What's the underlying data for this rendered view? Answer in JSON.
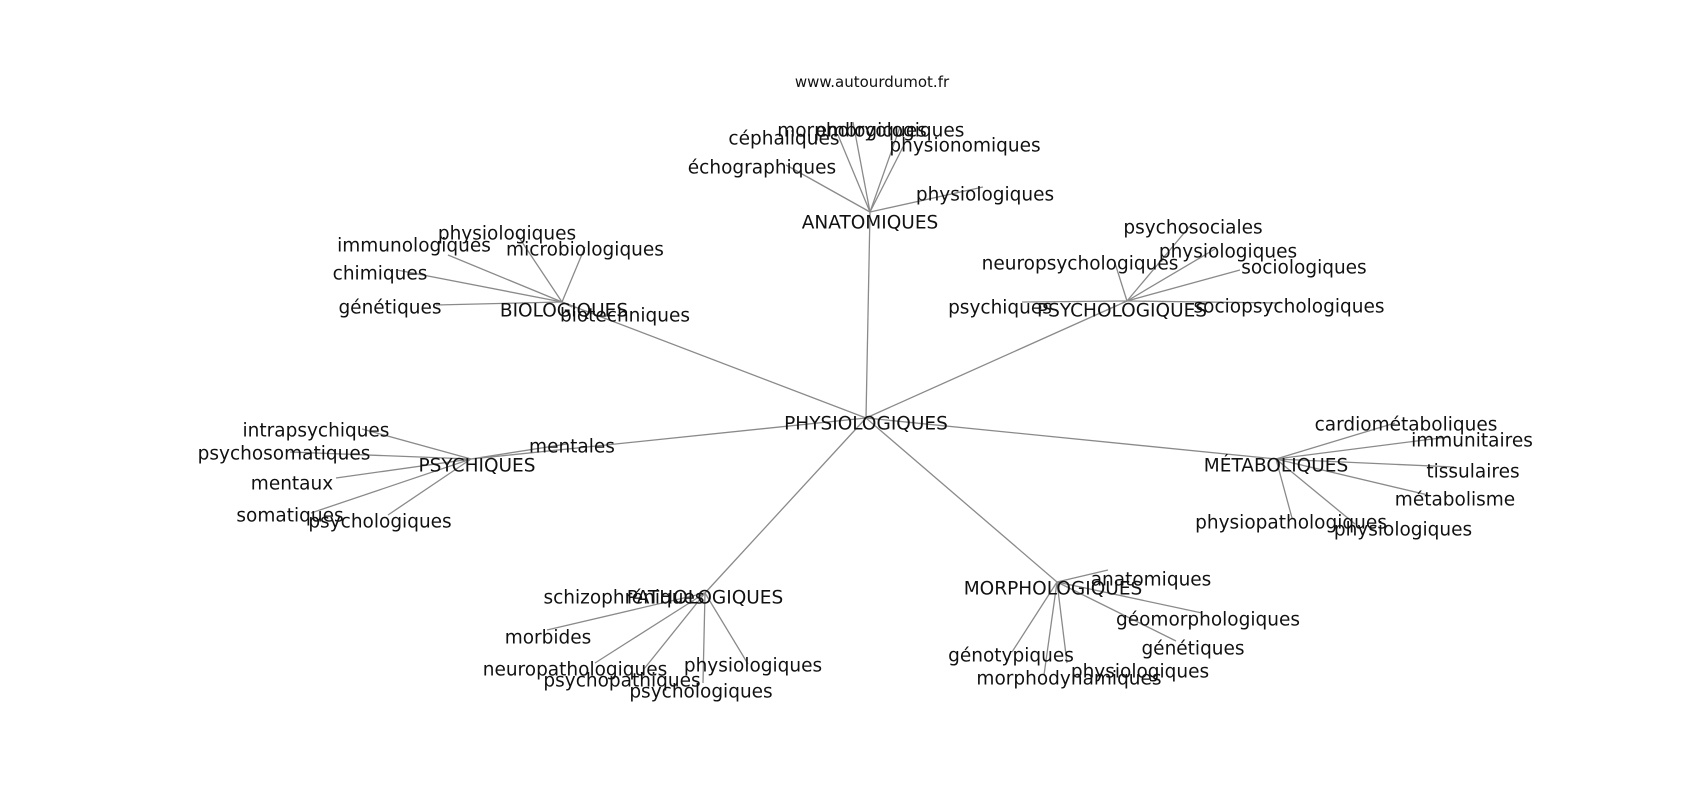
{
  "source_text": "www.autourdumot.fr",
  "colors": {
    "edge": "#8a8a8a",
    "text": "#111111",
    "background": "#ffffff"
  },
  "root": {
    "label": "PHYSIOLOGIQUES"
  },
  "branches": [
    {
      "label": "ANATOMIQUES",
      "leaves": [
        "morphologiques",
        "embryologiques",
        "céphaliques",
        "physionomiques",
        "échographiques",
        "physiologiques"
      ]
    },
    {
      "label": "BIOLOGIQUES",
      "leaves": [
        "physiologiques",
        "microbiologiques",
        "immunologiques",
        "chimiques",
        "génétiques",
        "biotechniques"
      ]
    },
    {
      "label": "PSYCHOLOGIQUES",
      "leaves": [
        "psychosociales",
        "physiologiques",
        "neuropsychologiques",
        "sociologiques",
        "psychiques",
        "sociopsychologiques"
      ]
    },
    {
      "label": "PSYCHIQUES",
      "leaves": [
        "intrapsychiques",
        "psychosomatiques",
        "mentales",
        "mentaux",
        "somatiques",
        "psychologiques"
      ]
    },
    {
      "label": "MÉTABOLIQUES",
      "leaves": [
        "cardiométaboliques",
        "immunitaires",
        "tissulaires",
        "métabolisme",
        "physiopathologiques",
        "physiologiques"
      ]
    },
    {
      "label": "PATHOLOGIQUES",
      "leaves": [
        "schizophréniques",
        "morbides",
        "neuropathologiques",
        "psychopathiques",
        "physiologiques",
        "psychologiques"
      ]
    },
    {
      "label": "MORPHOLOGIQUES",
      "leaves": [
        "anatomiques",
        "géomorphologiques",
        "génétiques",
        "génotypiques",
        "physiologiques",
        "morphodynamiques"
      ]
    }
  ]
}
